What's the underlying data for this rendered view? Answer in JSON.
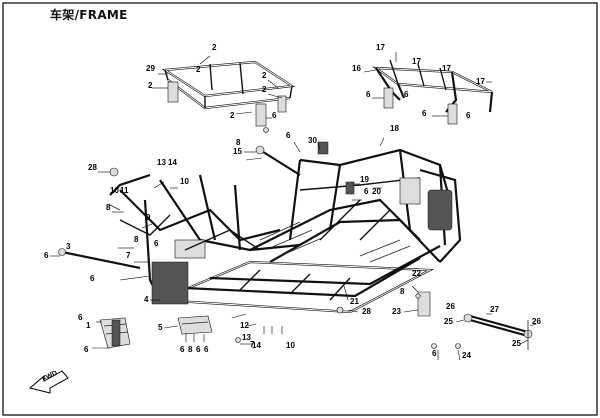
{
  "diagram": {
    "title": "车架/FRAME",
    "front_arrow_text": "FWD"
  },
  "labels": [
    {
      "id": "l2a",
      "text": "2"
    },
    {
      "id": "l29",
      "text": "29"
    },
    {
      "id": "l2b",
      "text": "2"
    },
    {
      "id": "l2c",
      "text": "2"
    },
    {
      "id": "l2d",
      "text": "2"
    },
    {
      "id": "l2e",
      "text": "2"
    },
    {
      "id": "l2f",
      "text": "2"
    },
    {
      "id": "l17a",
      "text": "17"
    },
    {
      "id": "l16",
      "text": "16"
    },
    {
      "id": "l17b",
      "text": "17"
    },
    {
      "id": "l17c",
      "text": "17"
    },
    {
      "id": "l17d",
      "text": "17"
    },
    {
      "id": "l6a",
      "text": "6"
    },
    {
      "id": "l6b",
      "text": "6"
    },
    {
      "id": "l6c",
      "text": "6"
    },
    {
      "id": "l6d",
      "text": "6"
    },
    {
      "id": "l6e",
      "text": "6"
    },
    {
      "id": "l30",
      "text": "30"
    },
    {
      "id": "l18",
      "text": "18"
    },
    {
      "id": "l8a",
      "text": "8"
    },
    {
      "id": "l15",
      "text": "15"
    },
    {
      "id": "l6f",
      "text": "6"
    },
    {
      "id": "l28a",
      "text": "28"
    },
    {
      "id": "l13a",
      "text": "13"
    },
    {
      "id": "l14a",
      "text": "14"
    },
    {
      "id": "l10a",
      "text": "10"
    },
    {
      "id": "l1011",
      "text": "10"
    },
    {
      "id": "l11",
      "text": "11"
    },
    {
      "id": "l19",
      "text": "19"
    },
    {
      "id": "l6g",
      "text": "6"
    },
    {
      "id": "l20",
      "text": "20"
    },
    {
      "id": "l8b",
      "text": "8"
    },
    {
      "id": "l9",
      "text": "9"
    },
    {
      "id": "l8c",
      "text": "8"
    },
    {
      "id": "l6h",
      "text": "6"
    },
    {
      "id": "l3",
      "text": "3"
    },
    {
      "id": "l6i",
      "text": "6"
    },
    {
      "id": "l7a",
      "text": "7"
    },
    {
      "id": "l6j",
      "text": "6"
    },
    {
      "id": "l22",
      "text": "22"
    },
    {
      "id": "l8d",
      "text": "8"
    },
    {
      "id": "l4",
      "text": "4"
    },
    {
      "id": "l21",
      "text": "21"
    },
    {
      "id": "l23",
      "text": "23"
    },
    {
      "id": "l28b",
      "text": "28"
    },
    {
      "id": "l26a",
      "text": "26"
    },
    {
      "id": "l27",
      "text": "27"
    },
    {
      "id": "l25a",
      "text": "25"
    },
    {
      "id": "l6k",
      "text": "6"
    },
    {
      "id": "l1",
      "text": "1"
    },
    {
      "id": "l5",
      "text": "5"
    },
    {
      "id": "l12",
      "text": "12"
    },
    {
      "id": "l26b",
      "text": "26"
    },
    {
      "id": "l6l",
      "text": "6"
    },
    {
      "id": "l7b",
      "text": "7"
    },
    {
      "id": "l13b",
      "text": "13"
    },
    {
      "id": "l14b",
      "text": "14"
    },
    {
      "id": "l10b",
      "text": "10"
    },
    {
      "id": "l24",
      "text": "24"
    },
    {
      "id": "l25b",
      "text": "25"
    },
    {
      "id": "l6m",
      "text": "6"
    },
    {
      "id": "l6n",
      "text": "6"
    },
    {
      "id": "l8e",
      "text": "8"
    },
    {
      "id": "l6o",
      "text": "6"
    },
    {
      "id": "l6p",
      "text": "6"
    }
  ]
}
